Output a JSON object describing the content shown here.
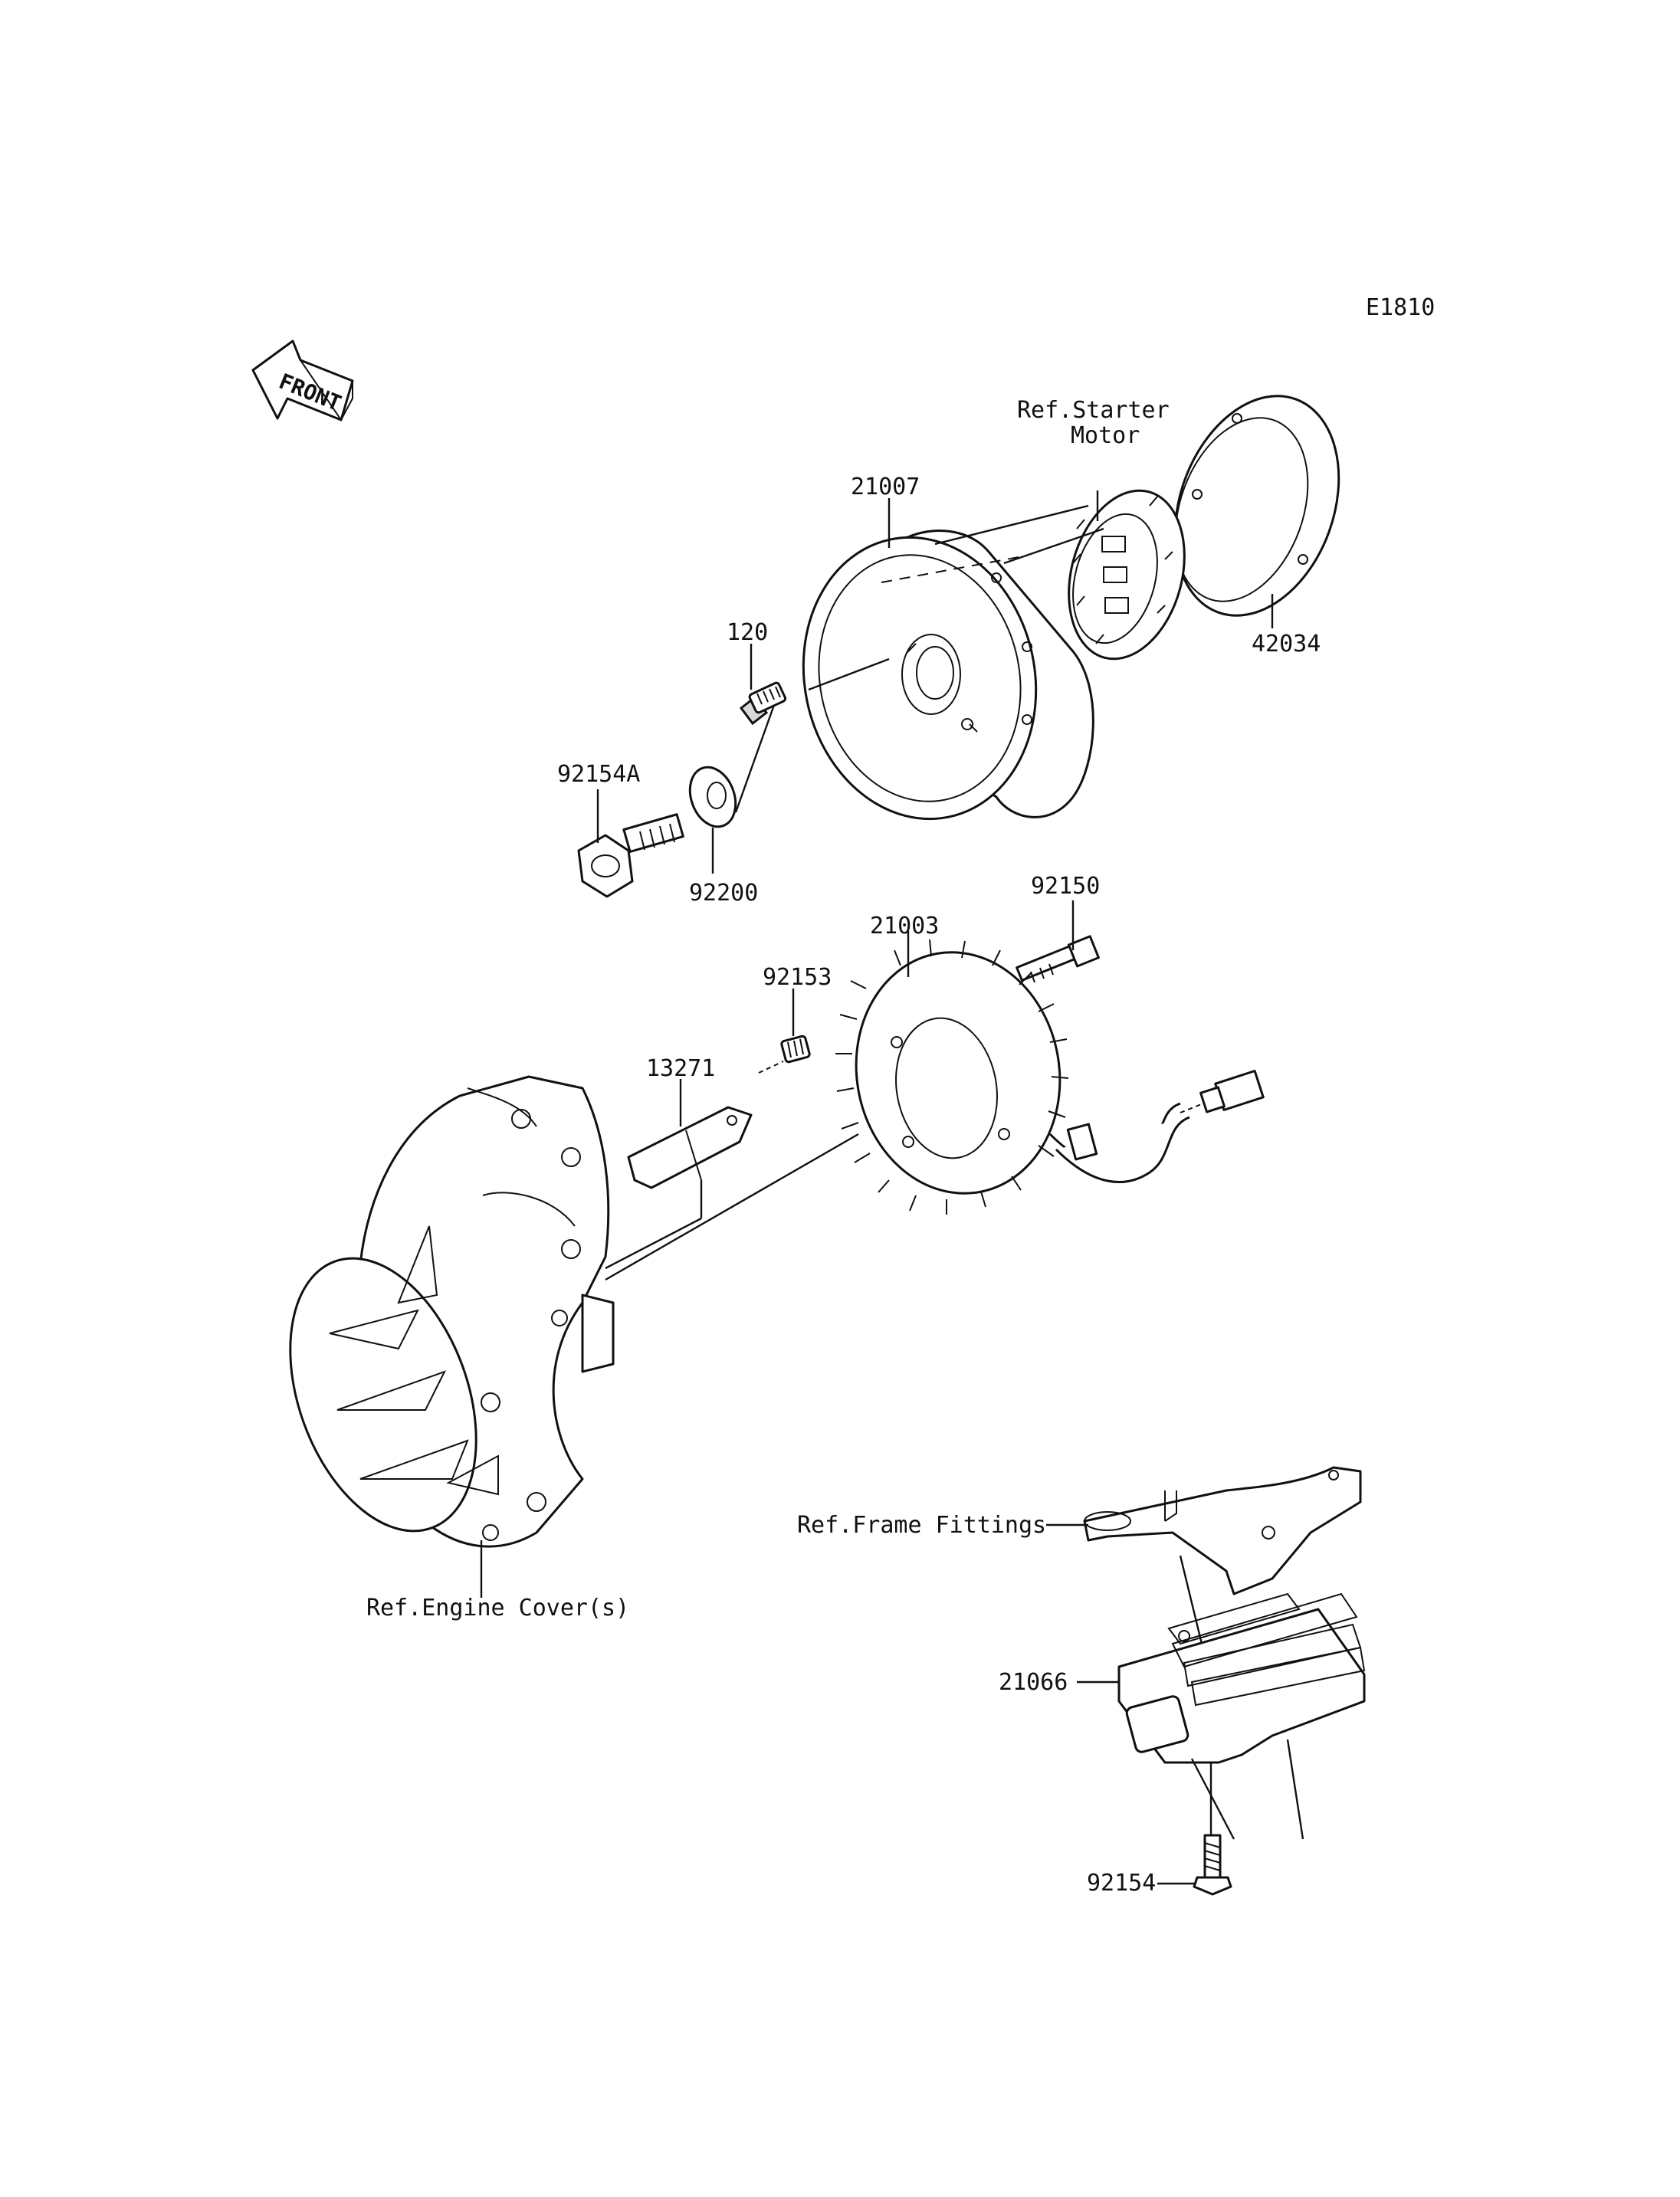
{
  "diagram_code": "E1810",
  "front_badge": "FRONT",
  "labels": {
    "p21007": "21007",
    "ref_starter_1": "Ref.Starter",
    "ref_starter_2": "Motor",
    "p42034": "42034",
    "p120": "120",
    "p92154A": "92154A",
    "p92200": "92200",
    "p92150": "92150",
    "p21003": "21003",
    "p92153": "92153",
    "p13271": "13271",
    "ref_frame": "Ref.Frame Fittings",
    "ref_engine": "Ref.Engine Cover(s)",
    "p21066": "21066",
    "p92154": "92154"
  }
}
